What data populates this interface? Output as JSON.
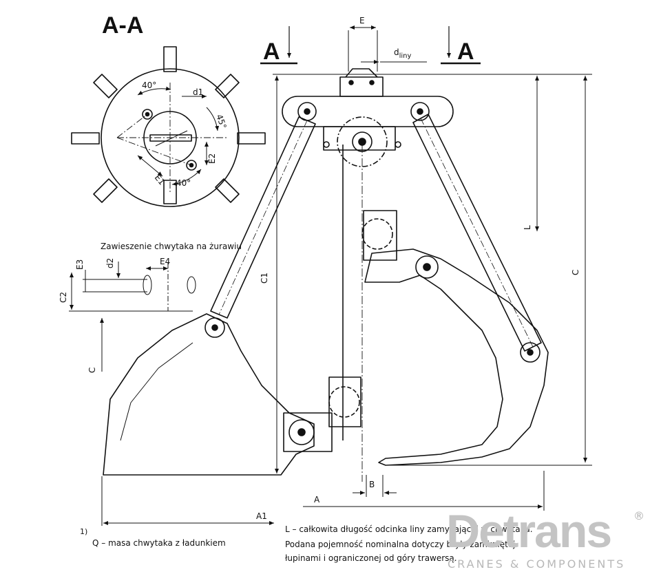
{
  "section_title": "A-A",
  "section_mark_left": "A",
  "section_mark_right": "A",
  "dims": {
    "E": "E",
    "d_rope": "d",
    "d_rope_sub": "liny",
    "L": "L",
    "C": "C",
    "C1": "C1",
    "B": "B",
    "A": "A",
    "A1": "A1",
    "C_small": "C",
    "C2": "C2",
    "E3": "E3",
    "d2": "d2",
    "E4": "E4",
    "E1": "E1",
    "E2": "E2",
    "d1": "d1",
    "angle_top": "40°",
    "angle_bottom": "40°",
    "angle_side": "45°"
  },
  "suspension_caption": "Zawieszenie chwytaka na żurawiu",
  "footnote_mark": "1)",
  "footnote_text": "Q – masa chwytaka z ładunkiem",
  "notes": [
    "L – całkowita długość odcinka liny  zamykającej w chwytaku.",
    "Podana pojemność nominalna dotyczy bryły zamkniętej",
    "łupinami i ograniczonej od góry trawersą."
  ],
  "logo": {
    "name": "Detrans",
    "registered": "®",
    "tagline": "CRANES & COMPONENTS",
    "color": "#c4c4c4"
  },
  "colors": {
    "ink": "#111111",
    "background": "#ffffff"
  }
}
